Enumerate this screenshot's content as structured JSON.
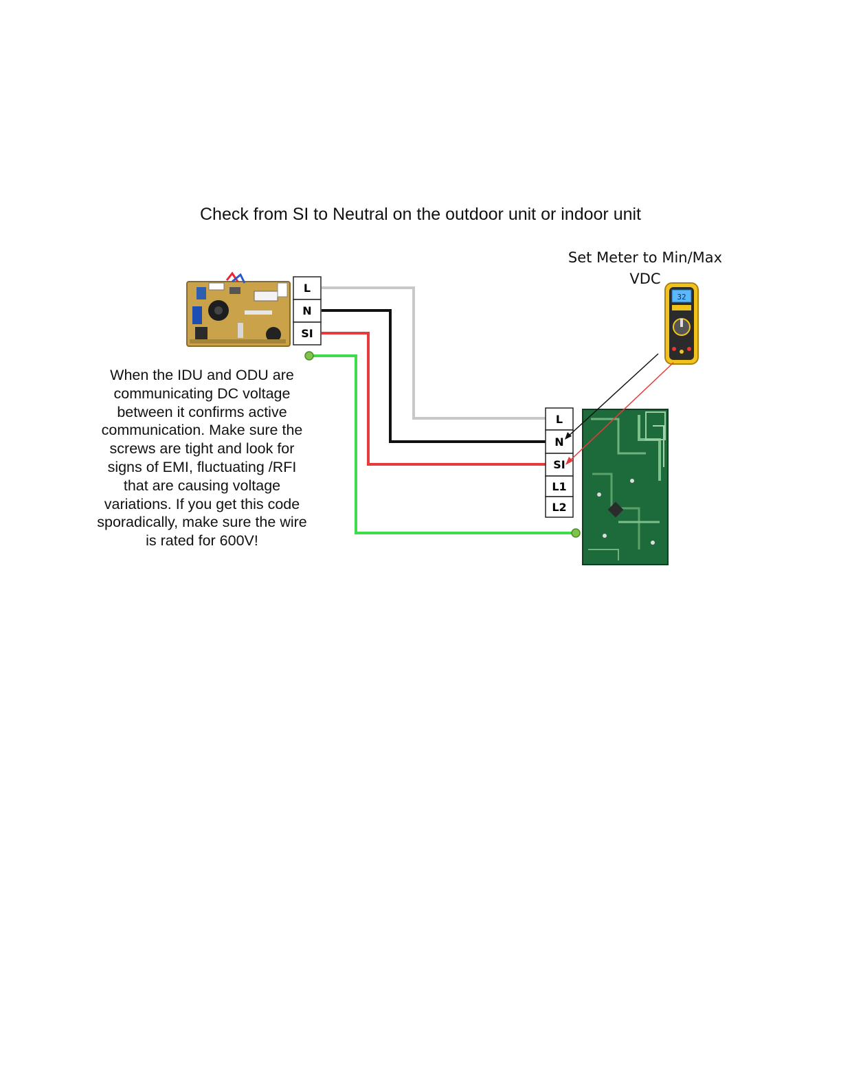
{
  "title": "Check from SI to Neutral on the outdoor unit or indoor unit",
  "meter": {
    "label_line1": "Set Meter to Min/Max",
    "label_line2": "VDC",
    "display_value": "32"
  },
  "note": "When the IDU and ODU are communicating DC voltage between it confirms active communication. Make sure the screws are tight and look for signs of EMI, fluctuating /RFI that are causing voltage variations. If you get this code sporadically, make sure the wire is rated for 600V!",
  "indoor_terminals": [
    "L",
    "N",
    "SI"
  ],
  "outdoor_terminals": [
    "L",
    "N",
    "SI",
    "L1",
    "L2"
  ],
  "wire_colors": {
    "L": "#c8c8c8",
    "N": "#111111",
    "SI": "#e83a3a",
    "ground": "#3ddc4b"
  }
}
